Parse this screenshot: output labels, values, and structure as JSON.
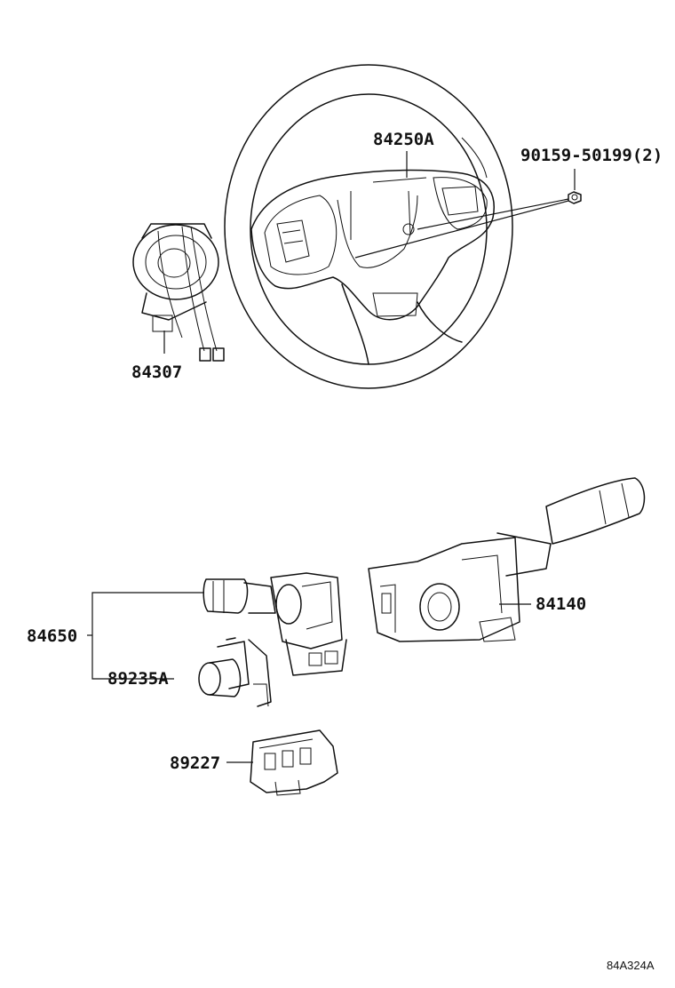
{
  "labels": {
    "wheel": "84250A",
    "screw": "90159-50199(2)",
    "spiral": "84307",
    "wiper_switch": "84650",
    "turn_switch": "84140",
    "cruise_switch": "89235A",
    "control_switch": "89227"
  },
  "illustration_code": "84A324A"
}
